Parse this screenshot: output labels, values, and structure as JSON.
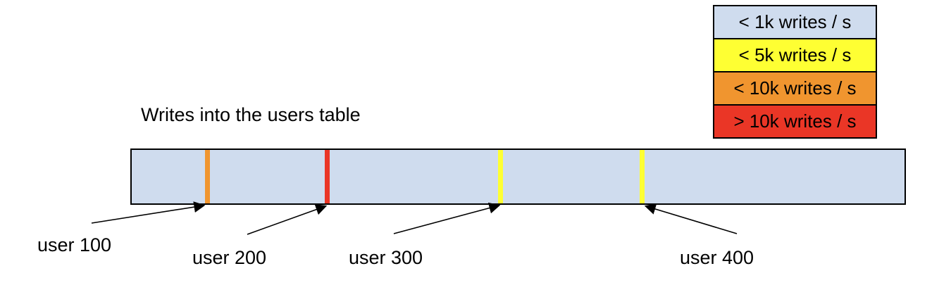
{
  "title": "Writes into the users table",
  "legend": {
    "items": [
      {
        "label": "< 1k writes / s",
        "color": "#cfdcee"
      },
      {
        "label": "< 5k writes / s",
        "color": "#feff33"
      },
      {
        "label": "< 10k writes / s",
        "color": "#f0952f"
      },
      {
        "label": "> 10k writes / s",
        "color": "#ea3626"
      }
    ]
  },
  "table_bar": {
    "fill_color": "#cfdcee",
    "border_color": "#000000",
    "markers": [
      {
        "label": "user 100",
        "rate_category": "< 10k writes / s",
        "color": "#f0952f",
        "position_pct": 10.1
      },
      {
        "label": "user 200",
        "rate_category": "> 10k writes / s",
        "color": "#ea3626",
        "position_pct": 25.5
      },
      {
        "label": "user 300",
        "rate_category": "< 5k writes / s",
        "color": "#feff33",
        "position_pct": 47.8
      },
      {
        "label": "user 400",
        "rate_category": "< 5k writes / s",
        "color": "#feff33",
        "position_pct": 66.1
      }
    ]
  }
}
